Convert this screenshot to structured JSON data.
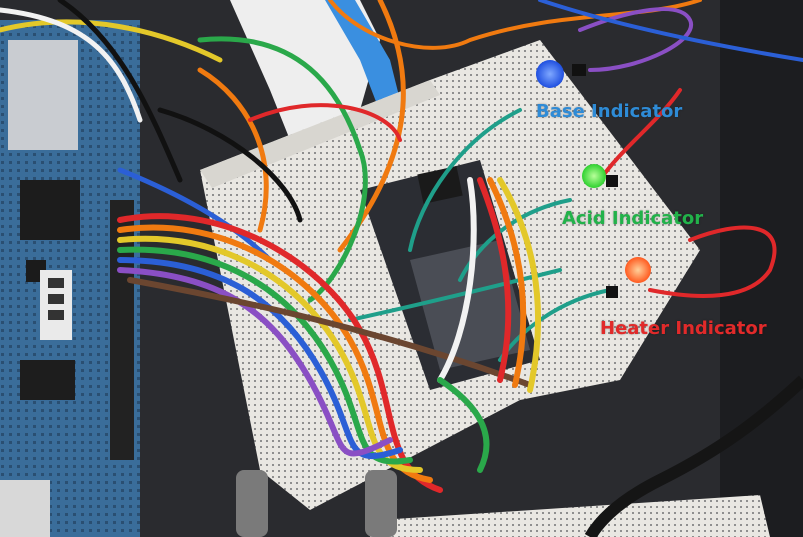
{
  "labels": {
    "base": {
      "text": "Base Indicator",
      "color": "#2e8bd6"
    },
    "acid": {
      "text": "Acid Indicator",
      "color": "#22b24a"
    },
    "heater": {
      "text": "Heater Indicator",
      "color": "#e12a2a"
    }
  },
  "leds": {
    "base": "#1f4fe0",
    "acid": "#2fd12f",
    "heater": "#ff5a1f"
  },
  "wire_colors": [
    "#e0282a",
    "#f07a10",
    "#e3c82a",
    "#2aa84a",
    "#1f9f8a",
    "#2b5fd6",
    "#8a4fc4",
    "#6b4630",
    "#f2f2f2",
    "#111111"
  ]
}
